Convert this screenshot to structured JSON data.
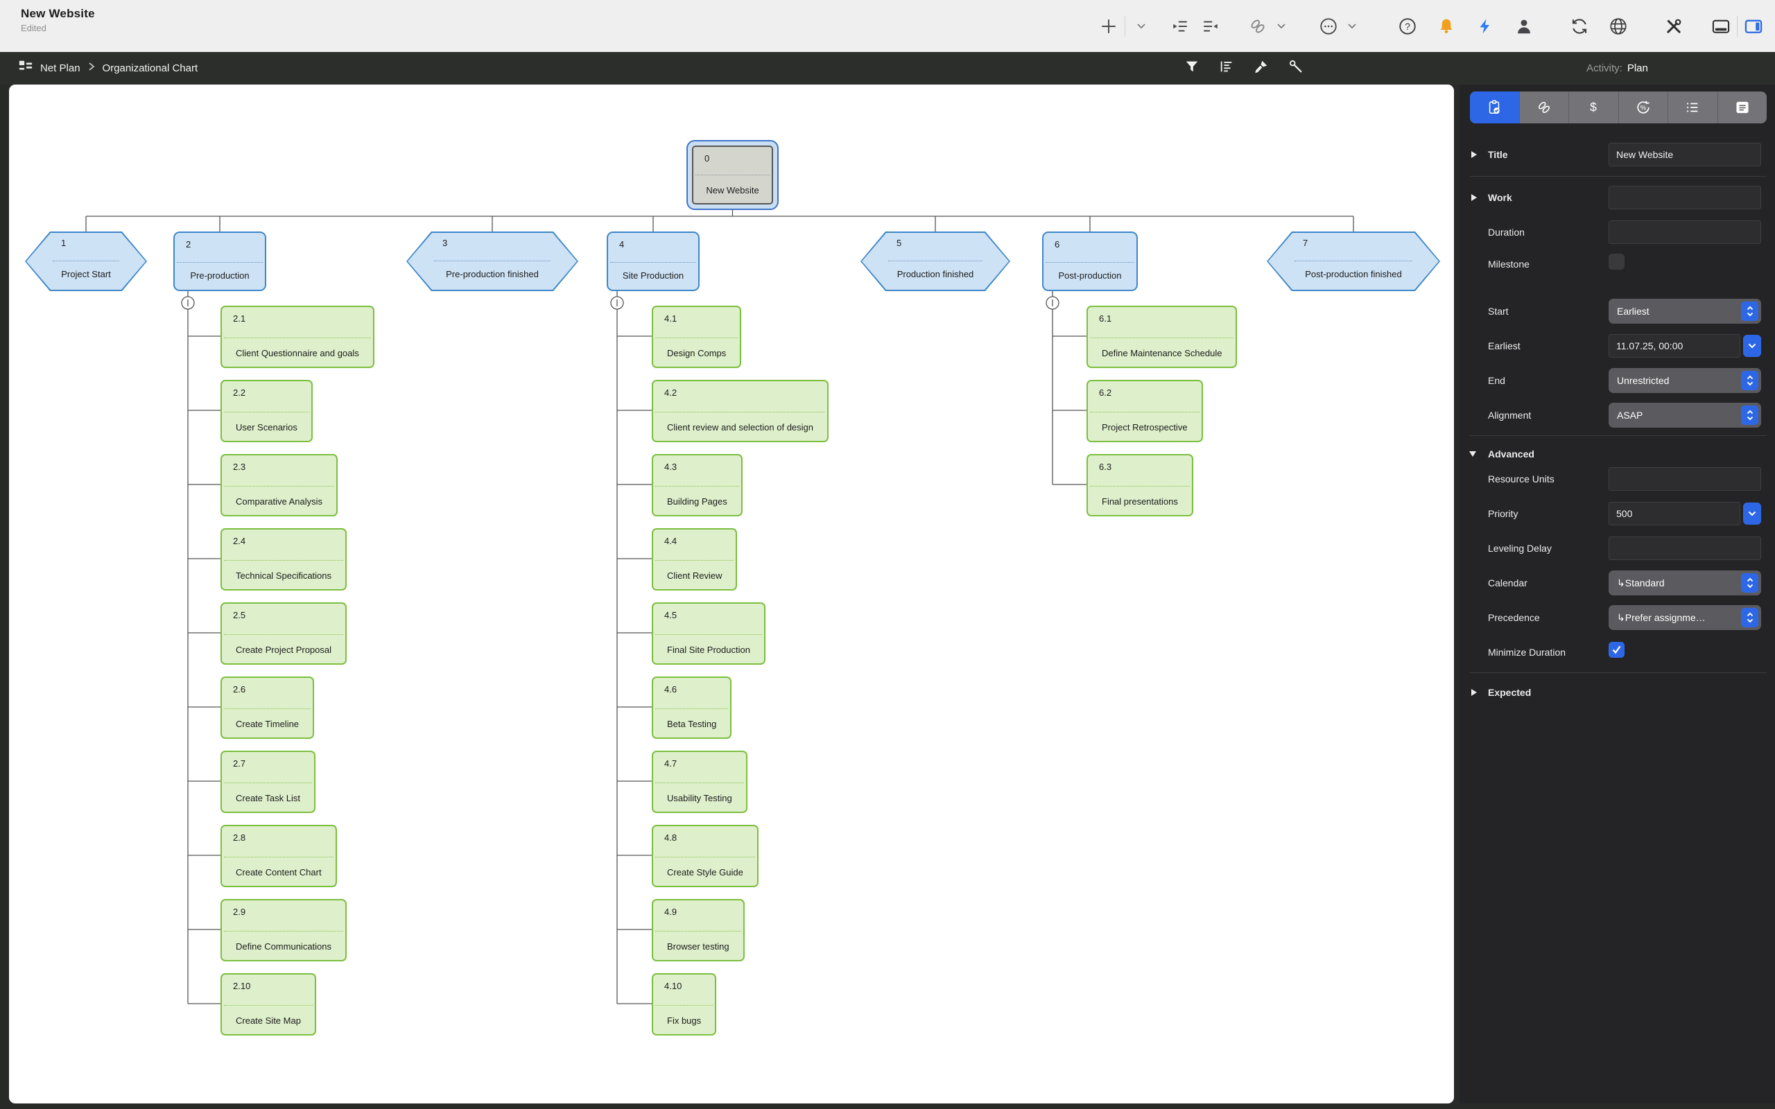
{
  "window": {
    "title": "New Website",
    "status": "Edited"
  },
  "breadcrumb": {
    "items": [
      "Net Plan",
      "Organizational Chart"
    ]
  },
  "view_header": {
    "activity_label": "Activity:",
    "activity_value": "Plan"
  },
  "orgchart": {
    "root": {
      "id": "0",
      "label": "New Website"
    },
    "level1": [
      {
        "id": "1",
        "label": "Project Start",
        "shape": "hexagon"
      },
      {
        "id": "2",
        "label": "Pre-production",
        "shape": "rect",
        "children": [
          {
            "id": "2.1",
            "label": "Client Questionnaire and goals"
          },
          {
            "id": "2.2",
            "label": "User Scenarios"
          },
          {
            "id": "2.3",
            "label": "Comparative Analysis"
          },
          {
            "id": "2.4",
            "label": "Technical Specifications"
          },
          {
            "id": "2.5",
            "label": "Create Project Proposal"
          },
          {
            "id": "2.6",
            "label": "Create Timeline"
          },
          {
            "id": "2.7",
            "label": "Create Task List"
          },
          {
            "id": "2.8",
            "label": "Create Content Chart"
          },
          {
            "id": "2.9",
            "label": "Define Communications"
          },
          {
            "id": "2.10",
            "label": "Create Site Map"
          }
        ]
      },
      {
        "id": "3",
        "label": "Pre-production finished",
        "shape": "hexagon"
      },
      {
        "id": "4",
        "label": "Site Production",
        "shape": "rect",
        "children": [
          {
            "id": "4.1",
            "label": "Design Comps"
          },
          {
            "id": "4.2",
            "label": "Client review and selection of design"
          },
          {
            "id": "4.3",
            "label": "Building Pages"
          },
          {
            "id": "4.4",
            "label": "Client Review"
          },
          {
            "id": "4.5",
            "label": "Final Site Production"
          },
          {
            "id": "4.6",
            "label": "Beta Testing"
          },
          {
            "id": "4.7",
            "label": "Usability Testing"
          },
          {
            "id": "4.8",
            "label": "Create Style Guide"
          },
          {
            "id": "4.9",
            "label": "Browser testing"
          },
          {
            "id": "4.10",
            "label": "Fix bugs"
          }
        ]
      },
      {
        "id": "5",
        "label": "Production finished",
        "shape": "hexagon"
      },
      {
        "id": "6",
        "label": "Post-production",
        "shape": "rect",
        "children": [
          {
            "id": "6.1",
            "label": "Define Maintenance Schedule"
          },
          {
            "id": "6.2",
            "label": "Project Retrospective"
          },
          {
            "id": "6.3",
            "label": "Final presentations"
          }
        ]
      },
      {
        "id": "7",
        "label": "Post-production finished",
        "shape": "hexagon"
      }
    ]
  },
  "inspector": {
    "title": {
      "label": "Title",
      "value": "New Website"
    },
    "work": {
      "label": "Work",
      "value": ""
    },
    "duration": {
      "label": "Duration",
      "value": ""
    },
    "milestone": {
      "label": "Milestone",
      "checked": false
    },
    "start": {
      "label": "Start",
      "value": "Earliest"
    },
    "earliest": {
      "label": "Earliest",
      "value": "11.07.25, 00:00"
    },
    "end": {
      "label": "End",
      "value": "Unrestricted"
    },
    "alignment": {
      "label": "Alignment",
      "value": "ASAP"
    },
    "advanced_label": "Advanced",
    "resource_units": {
      "label": "Resource Units",
      "value": ""
    },
    "priority": {
      "label": "Priority",
      "value": "500"
    },
    "leveling_delay": {
      "label": "Leveling Delay",
      "value": ""
    },
    "calendar": {
      "label": "Calendar",
      "value": "↳Standard"
    },
    "precedence": {
      "label": "Precedence",
      "value": "↳Prefer assignme…"
    },
    "minimize_duration": {
      "label": "Minimize Duration",
      "checked": true
    },
    "expected_label": "Expected"
  },
  "colors": {
    "accent_blue": "#2e67e5",
    "node_blue_fill": "#cee2f5",
    "node_blue_border": "#3d87c8",
    "node_green_fill": "#deefcb",
    "node_green_border": "#7cbf3f",
    "bell_orange": "#f0a01e",
    "bolt_blue": "#2f7cf6"
  }
}
